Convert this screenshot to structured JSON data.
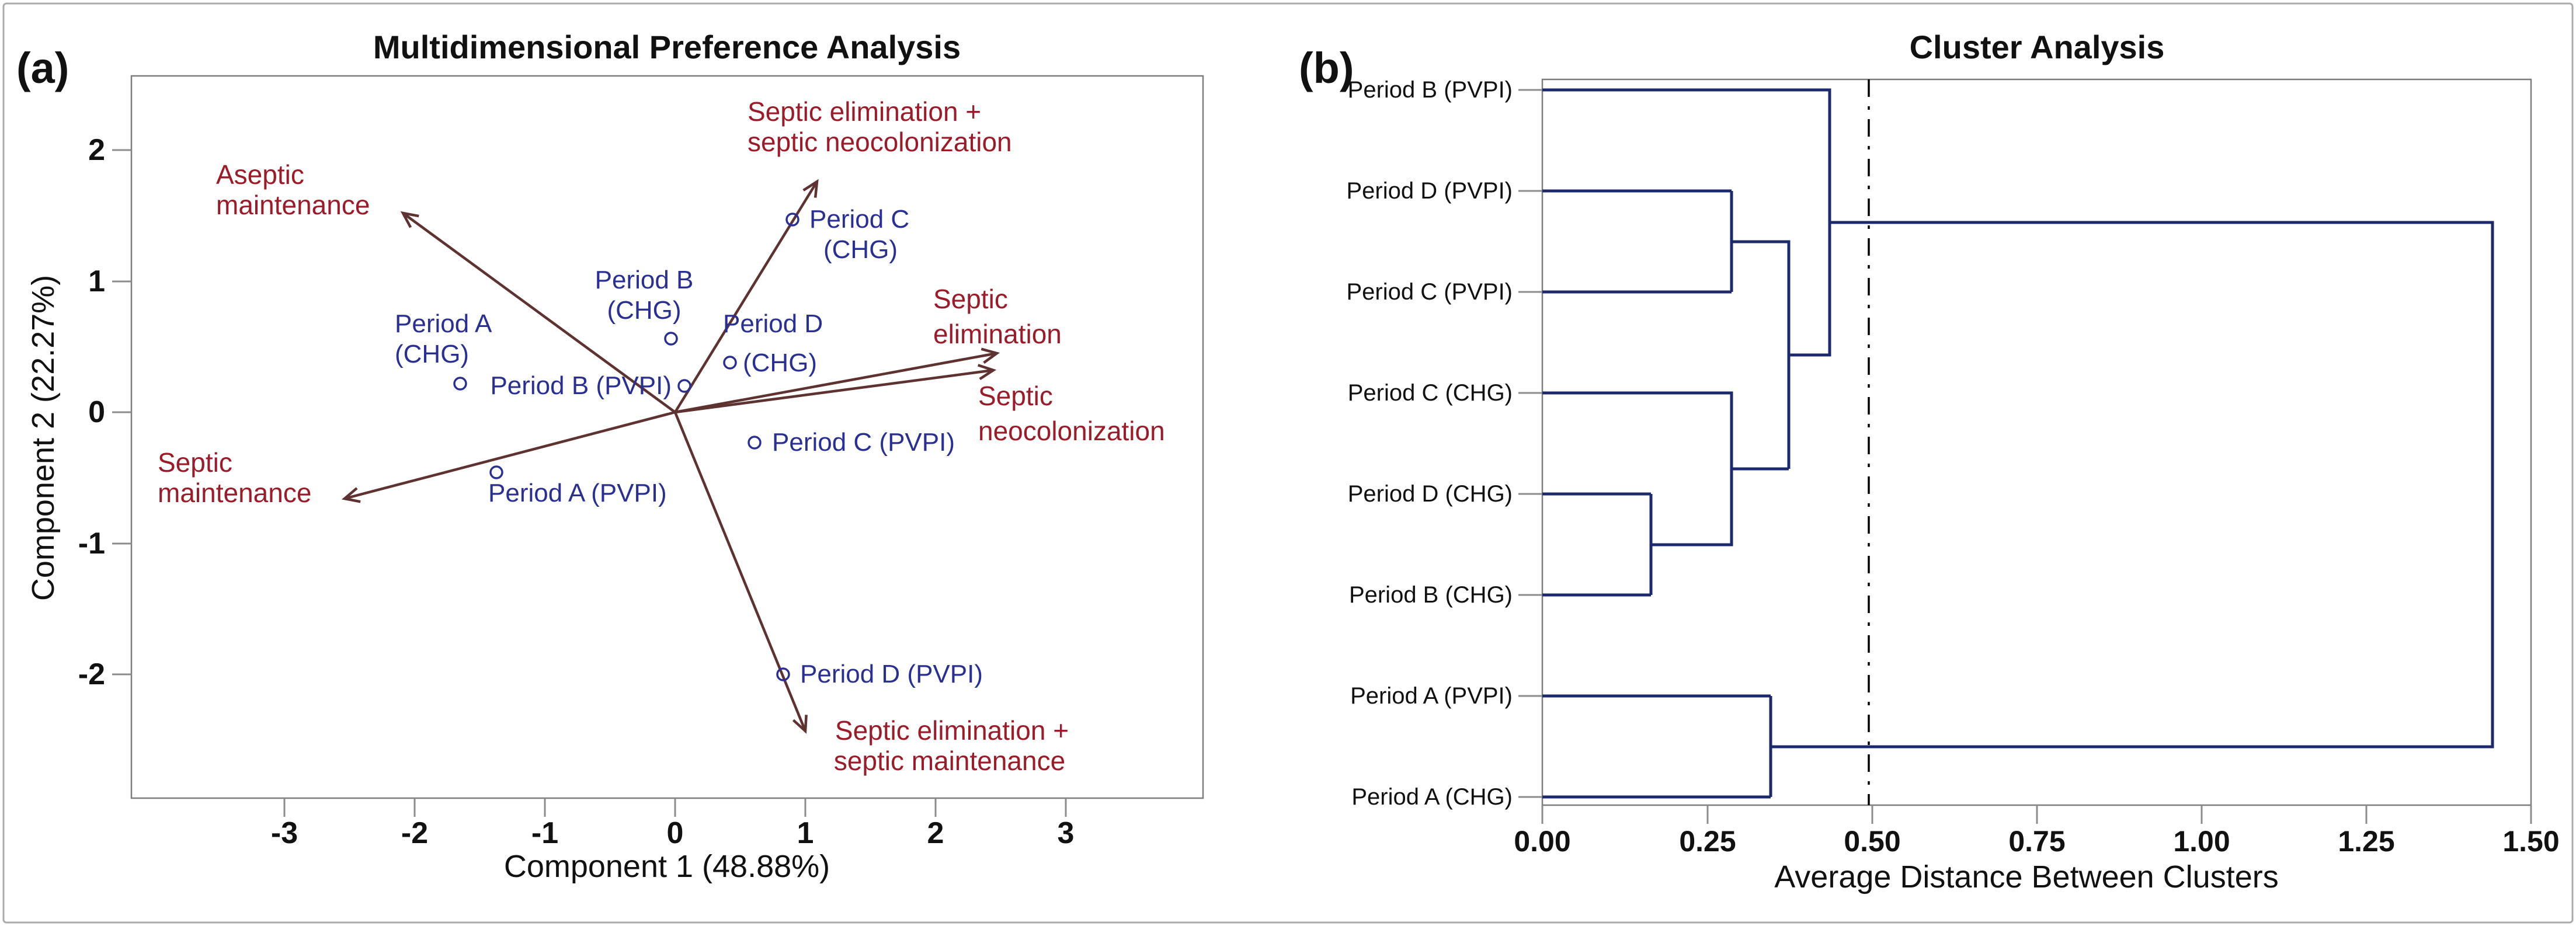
{
  "colors": {
    "vector_label": "#9c1b29",
    "vector_arrow": "#5e3230",
    "point_marker_and_label": "#2a2f94",
    "dendrogram_line": "#1c2a6d",
    "plot_border": "#7d7d7d",
    "reference_line": "#000000",
    "text": "#111111"
  },
  "pa": {
    "tag": "(a)",
    "title": "Multidimensional Preference Analysis",
    "xlabel": "Component 1 (48.88%)",
    "ylabel": "Component 2 (22.27%)",
    "xt": [
      "-3",
      "-2",
      "-1",
      "0",
      "1",
      "2",
      "3"
    ],
    "yt": [
      "2",
      "1",
      "0",
      "-1",
      "-2"
    ],
    "pt": [
      {
        "l1": "Period A",
        "l2": "(CHG)"
      },
      {
        "l1": "Period B",
        "l2": "(CHG)"
      },
      {
        "l1": "Period B (PVPI)"
      },
      {
        "l1": "Period D",
        "l2": "(CHG)"
      },
      {
        "l1": "Period C",
        "l2": "(CHG)"
      },
      {
        "l1": "Period C (PVPI)"
      },
      {
        "l1": "Period A (PVPI)"
      },
      {
        "l1": "Period D (PVPI)"
      }
    ],
    "vl": [
      {
        "l1": "Aseptic",
        "l2": "maintenance"
      },
      {
        "l1": "Septic elimination +",
        "l2": "septic neocolonization"
      },
      {
        "l1": "Septic",
        "l2": "elimination"
      },
      {
        "l1": "Septic",
        "l2": "neocolonization"
      },
      {
        "l1": "Septic",
        "l2": "maintenance"
      },
      {
        "l1": "Septic elimination +",
        "l2": "septic maintenance"
      }
    ]
  },
  "pb": {
    "tag": "(b)",
    "title": "Cluster Analysis",
    "xlabel": "Average Distance Between Clusters",
    "xt": [
      "0.00",
      "0.25",
      "0.50",
      "0.75",
      "1.00",
      "1.25",
      "1.50"
    ],
    "leaves": [
      "Period B (PVPI)",
      "Period D (PVPI)",
      "Period C (PVPI)",
      "Period C (CHG)",
      "Period D (CHG)",
      "Period B (CHG)",
      "Period A (PVPI)",
      "Period A (CHG)"
    ]
  },
  "chart_data": [
    {
      "type": "scatter",
      "subtype": "mdpref-biplot",
      "title": "Multidimensional Preference Analysis",
      "xlabel": "Component 1 (48.88%)",
      "ylabel": "Component 2 (22.27%)",
      "xlim": [
        -4.2,
        4.05
      ],
      "ylim": [
        -2.95,
        2.57
      ],
      "x_ticks": [
        -3,
        -2,
        -1,
        0,
        1,
        2,
        3
      ],
      "y_ticks": [
        2,
        1,
        0,
        -1,
        -2
      ],
      "grid": false,
      "points": [
        {
          "label": "Period A (CHG)",
          "x": -1.65,
          "y": 0.22
        },
        {
          "label": "Period B (CHG)",
          "x": -0.03,
          "y": 0.56
        },
        {
          "label": "Period B (PVPI)",
          "x": 0.07,
          "y": 0.2
        },
        {
          "label": "Period D (CHG)",
          "x": 0.42,
          "y": 0.38
        },
        {
          "label": "Period C (CHG)",
          "x": 0.9,
          "y": 1.47
        },
        {
          "label": "Period C (PVPI)",
          "x": 0.61,
          "y": -0.23
        },
        {
          "label": "Period A (PVPI)",
          "x": -1.37,
          "y": -0.46
        },
        {
          "label": "Period D (PVPI)",
          "x": 0.83,
          "y": -2.0
        }
      ],
      "vectors_from_origin": [
        {
          "label": "Aseptic maintenance",
          "x": -2.09,
          "y": 1.52
        },
        {
          "label": "Septic elimination + septic neocolonization",
          "x": 1.09,
          "y": 1.76
        },
        {
          "label": "Septic elimination",
          "x": 2.47,
          "y": 0.45
        },
        {
          "label": "Septic neocolonization",
          "x": 2.44,
          "y": 0.33
        },
        {
          "label": "Septic maintenance",
          "x": -2.54,
          "y": -0.66
        },
        {
          "label": "Septic elimination + septic maintenance",
          "x": 1.0,
          "y": -2.43
        }
      ]
    },
    {
      "type": "dendrogram",
      "title": "Cluster Analysis",
      "xlabel": "Average Distance Between Clusters",
      "orientation": "leaves-left-root-right",
      "xlim": [
        0,
        1.5
      ],
      "x_ticks": [
        0.0,
        0.25,
        0.5,
        0.75,
        1.0,
        1.25,
        1.5
      ],
      "reference_line": 0.49,
      "leaves_top_to_bottom": [
        "Period B (PVPI)",
        "Period D (PVPI)",
        "Period C (PVPI)",
        "Period C (CHG)",
        "Period D (CHG)",
        "Period B (CHG)",
        "Period A (PVPI)",
        "Period A (CHG)"
      ],
      "merges": [
        {
          "members": [
            "Period D (CHG)",
            "Period B (CHG)"
          ],
          "distance": 0.165
        },
        {
          "members": [
            "Period D (PVPI)",
            "Period C (PVPI)"
          ],
          "distance": 0.285
        },
        {
          "members": [
            "Period C (CHG)",
            "cluster(D CHG + B CHG)"
          ],
          "distance": 0.285
        },
        {
          "members": [
            "Period A (PVPI)",
            "Period A (CHG)"
          ],
          "distance": 0.345
        },
        {
          "members": [
            "cluster(D+C PVPI)",
            "cluster(C+D+B CHG)"
          ],
          "distance": 0.375
        },
        {
          "members": [
            "Period B (PVPI)",
            "cluster of 5"
          ],
          "distance": 0.435
        },
        {
          "members": [
            "cluster of 6",
            "cluster(A PVPI + A CHG)"
          ],
          "distance": 1.44
        }
      ]
    }
  ]
}
